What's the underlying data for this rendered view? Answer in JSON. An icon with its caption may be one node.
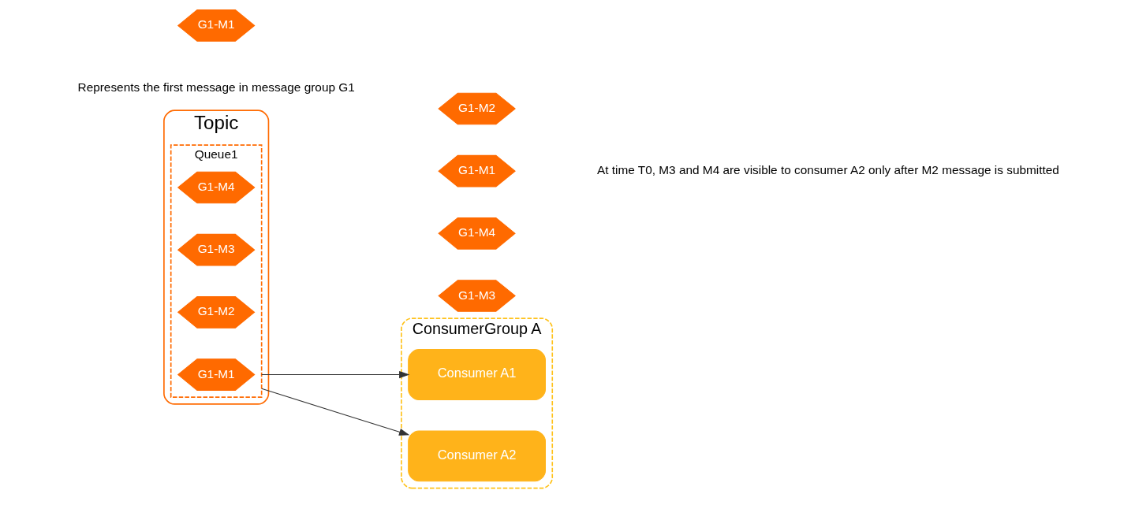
{
  "diagram": {
    "nodes": [
      {
        "text": [
          "Topic"
        ]
      },
      {
        "text": [
          "Queue1"
        ],
        "in": 0
      },
      {
        "text": [
          "G1-M4"
        ],
        "in": 1
      },
      {
        "text": [
          "G1-M3"
        ],
        "in": 1
      },
      {
        "text": [
          "G1-M2"
        ],
        "in": 1
      },
      {
        "text": [
          "G1-M1"
        ],
        "in": 1
      },
      {
        "text": [
          "G1-M2"
        ]
      },
      {
        "text": [
          "G1-M1"
        ]
      },
      {
        "text": [
          "G1-M4"
        ]
      },
      {
        "text": [
          "G1-M3"
        ]
      },
      {
        "text": [
          "ConsumerGroup A"
        ]
      },
      {
        "text": [
          "Consumer A1"
        ],
        "in": 10
      },
      {
        "text": [
          "Consumer A2"
        ],
        "in": 10
      },
      {
        "text": [
          "G1-M1"
        ],
        "beside": [
          "Represents the first message in message group G1"
        ]
      }
    ],
    "edges": [
      {
        "from": 1,
        "to": 11,
        "arrow": "to"
      },
      {
        "from": 1,
        "to": 12,
        "arrow": "to"
      }
    ],
    "labels": [
      "At time T0, M3 and M4 are visible to consumer A2 only after M2 message is submitted"
    ]
  }
}
